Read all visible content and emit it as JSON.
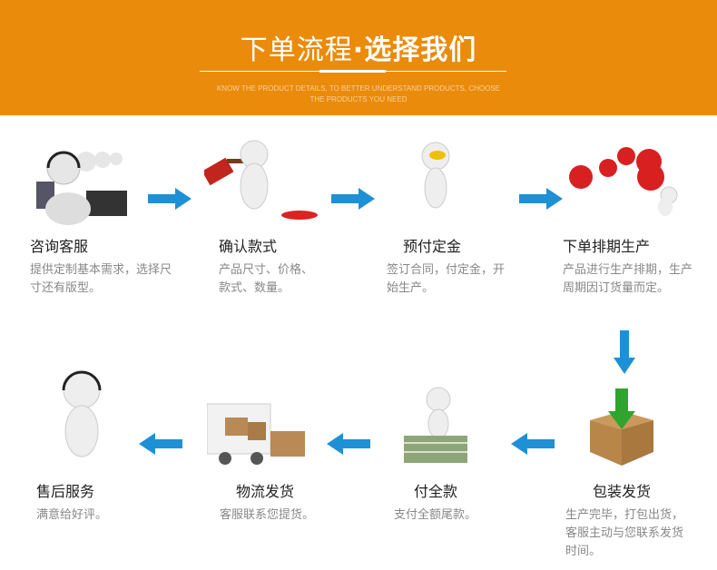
{
  "header": {
    "title_light": "下单流程",
    "dot": "·",
    "title_bold": "选择我们",
    "subtitle_line1": "KNOW THE PRODUCT DETAILS, TO BETTER UNDERSTAND PRODUCTS, CHOOSE",
    "subtitle_line2": "THE PRODUCTS YOU NEED"
  },
  "colors": {
    "header": "#EA8B0C",
    "arrow": "#1E90D6"
  },
  "steps": [
    {
      "title": "咨询客服",
      "desc": "提供定制基本需求，选择尺寸还有版型。"
    },
    {
      "title": "确认款式",
      "desc": "产品尺寸、价格、款式、数量。"
    },
    {
      "title": "预付定金",
      "desc": "签订合同，付定金，开始生产。"
    },
    {
      "title": "下单排期生产",
      "desc": "产品进行生产排期，生产周期因订货量而定。"
    },
    {
      "title": "包装发货",
      "desc": "生产完毕，打包出货，客服主动与您联系发货时间。"
    },
    {
      "title": "付全款",
      "desc": "支付全额尾款。"
    },
    {
      "title": "物流发货",
      "desc": "客服联系您提货。"
    },
    {
      "title": "售后服务",
      "desc": "满意给好评。"
    }
  ]
}
